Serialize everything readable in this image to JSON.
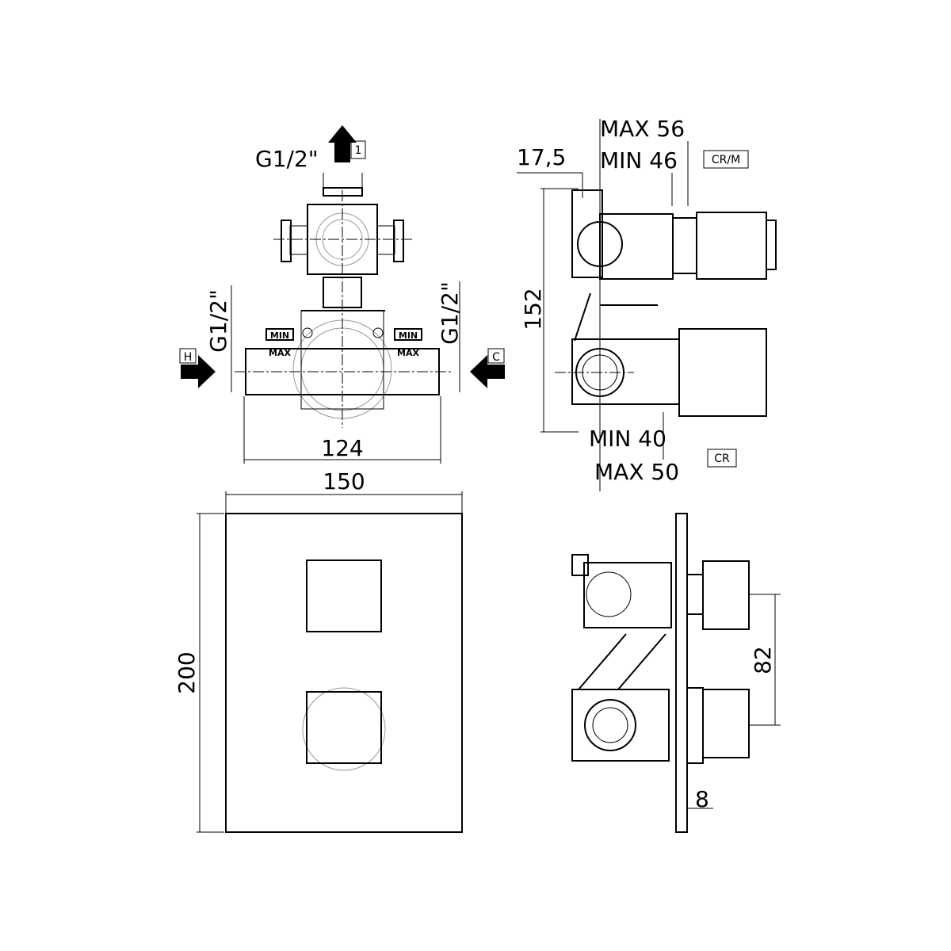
{
  "front_valve": {
    "top_thread": "G1/2\"",
    "outlet_label": "1",
    "left_thread": "G1/2\"",
    "right_thread": "G1/2\"",
    "hot_label": "H",
    "cold_label": "C",
    "width_dim": "124",
    "min_left": "MIN",
    "max_left": "MAX",
    "min_right": "MIN",
    "max_right": "MAX"
  },
  "side_valve": {
    "max_depth": "MAX 56",
    "min_depth": "MIN 46",
    "offset": "17,5",
    "crm_label": "CR/M",
    "height_dim": "152",
    "min_lower": "MIN 40",
    "max_lower": "MAX 50",
    "cr_label": "CR"
  },
  "front_plate": {
    "width_dim": "150",
    "height_dim": "200"
  },
  "side_plate": {
    "spacing_dim": "82",
    "thickness_dim": "8"
  }
}
